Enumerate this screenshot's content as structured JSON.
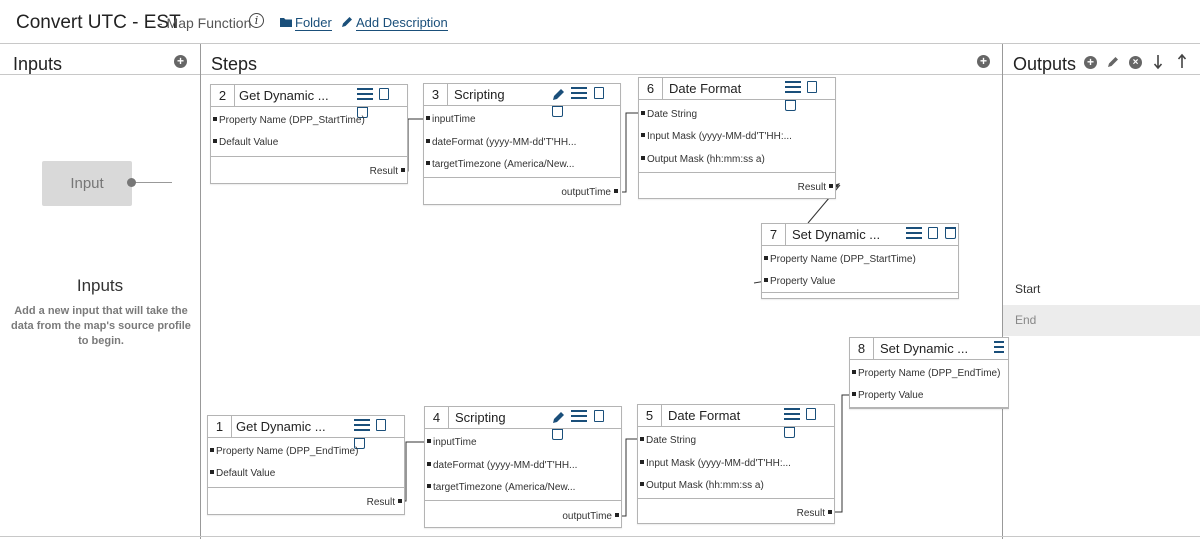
{
  "header": {
    "title": "Convert UTC - EST",
    "subtitle": "- Map Function",
    "info_glyph": "i",
    "folder_label": "Folder",
    "add_description_label": "Add Description"
  },
  "inputs": {
    "header": "Inputs",
    "node_label": "Input",
    "empty_title": "Inputs",
    "empty_help": "Add a new input that will take the data from the map's source profile to begin."
  },
  "steps": {
    "header": "Steps",
    "cards": [
      {
        "number": "2",
        "name": "Get Dynamic ...",
        "fields": [
          "Property Name (DPP_StartTime)",
          "Default Value"
        ],
        "output": "Result",
        "editable": false
      },
      {
        "number": "3",
        "name": "Scripting",
        "fields": [
          "inputTime",
          "dateFormat (yyyy-MM-dd'T'HH...",
          "targetTimezone (America/New..."
        ],
        "output": "outputTime",
        "editable": true
      },
      {
        "number": "6",
        "name": "Date Format",
        "fields": [
          "Date String",
          "Input Mask (yyyy-MM-dd'T'HH:...",
          "Output Mask (hh:mm:ss a)"
        ],
        "output": "Result",
        "editable": false
      },
      {
        "number": "7",
        "name": "Set Dynamic ...",
        "fields": [
          "Property Name (DPP_StartTime)",
          "Property Value"
        ],
        "output": "",
        "editable": false
      },
      {
        "number": "8",
        "name": "Set Dynamic ...",
        "fields": [
          "Property Name (DPP_EndTime)",
          "Property Value"
        ],
        "output": "",
        "editable": false
      },
      {
        "number": "1",
        "name": "Get Dynamic ...",
        "fields": [
          "Property Name (DPP_EndTime)",
          "Default Value"
        ],
        "output": "Result",
        "editable": false
      },
      {
        "number": "4",
        "name": "Scripting",
        "fields": [
          "inputTime",
          "dateFormat (yyyy-MM-dd'T'HH...",
          "targetTimezone (America/New..."
        ],
        "output": "outputTime",
        "editable": true
      },
      {
        "number": "5",
        "name": "Date Format",
        "fields": [
          "Date String",
          "Input Mask (yyyy-MM-dd'T'HH:...",
          "Output Mask (hh:mm:ss a)"
        ],
        "output": "Result",
        "editable": false
      }
    ]
  },
  "outputs": {
    "header": "Outputs",
    "items": [
      "Start",
      "End"
    ],
    "selected_index": 1
  },
  "colors": {
    "link": "#1a4f7a",
    "node_grey": "#d9d9d9",
    "selected_row": "#ececec",
    "border": "#b4b4b4"
  },
  "icons": [
    "info-icon",
    "folder-icon",
    "pencil-icon",
    "add-circle-icon",
    "list-icon",
    "copy-icon",
    "trash-icon",
    "close-circle-icon",
    "arrow-down-icon",
    "arrow-up-icon"
  ]
}
